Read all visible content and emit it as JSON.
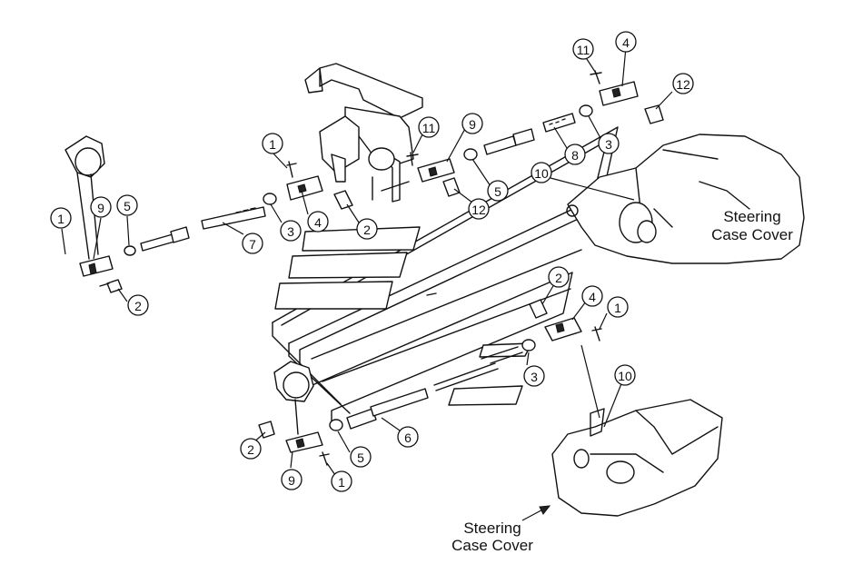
{
  "labels": {
    "steering_case_cover_upper": [
      "Steering",
      "Case Cover"
    ],
    "steering_case_cover_lower": [
      "Steering",
      "Case Cover"
    ]
  },
  "callouts": [
    {
      "id": "c1a",
      "num": "1"
    },
    {
      "id": "c9a",
      "num": "9"
    },
    {
      "id": "c5a",
      "num": "5"
    },
    {
      "id": "c2a",
      "num": "2"
    },
    {
      "id": "c7",
      "num": "7"
    },
    {
      "id": "c3a",
      "num": "3"
    },
    {
      "id": "c1b",
      "num": "1"
    },
    {
      "id": "c4a",
      "num": "4"
    },
    {
      "id": "c2b",
      "num": "2"
    },
    {
      "id": "c11a",
      "num": "11"
    },
    {
      "id": "c9b",
      "num": "9"
    },
    {
      "id": "c5b",
      "num": "5"
    },
    {
      "id": "c12a",
      "num": "12"
    },
    {
      "id": "c11b",
      "num": "11"
    },
    {
      "id": "c4b",
      "num": "4"
    },
    {
      "id": "c12b",
      "num": "12"
    },
    {
      "id": "c3b",
      "num": "3"
    },
    {
      "id": "c8",
      "num": "8"
    },
    {
      "id": "c10a",
      "num": "10"
    },
    {
      "id": "c2c",
      "num": "2"
    },
    {
      "id": "c4c",
      "num": "4"
    },
    {
      "id": "c1c",
      "num": "1"
    },
    {
      "id": "c3c",
      "num": "3"
    },
    {
      "id": "c10b",
      "num": "10"
    },
    {
      "id": "c6",
      "num": "6"
    },
    {
      "id": "c2d",
      "num": "2"
    },
    {
      "id": "c5c",
      "num": "5"
    },
    {
      "id": "c9c",
      "num": "9"
    },
    {
      "id": "c1d",
      "num": "1"
    }
  ]
}
